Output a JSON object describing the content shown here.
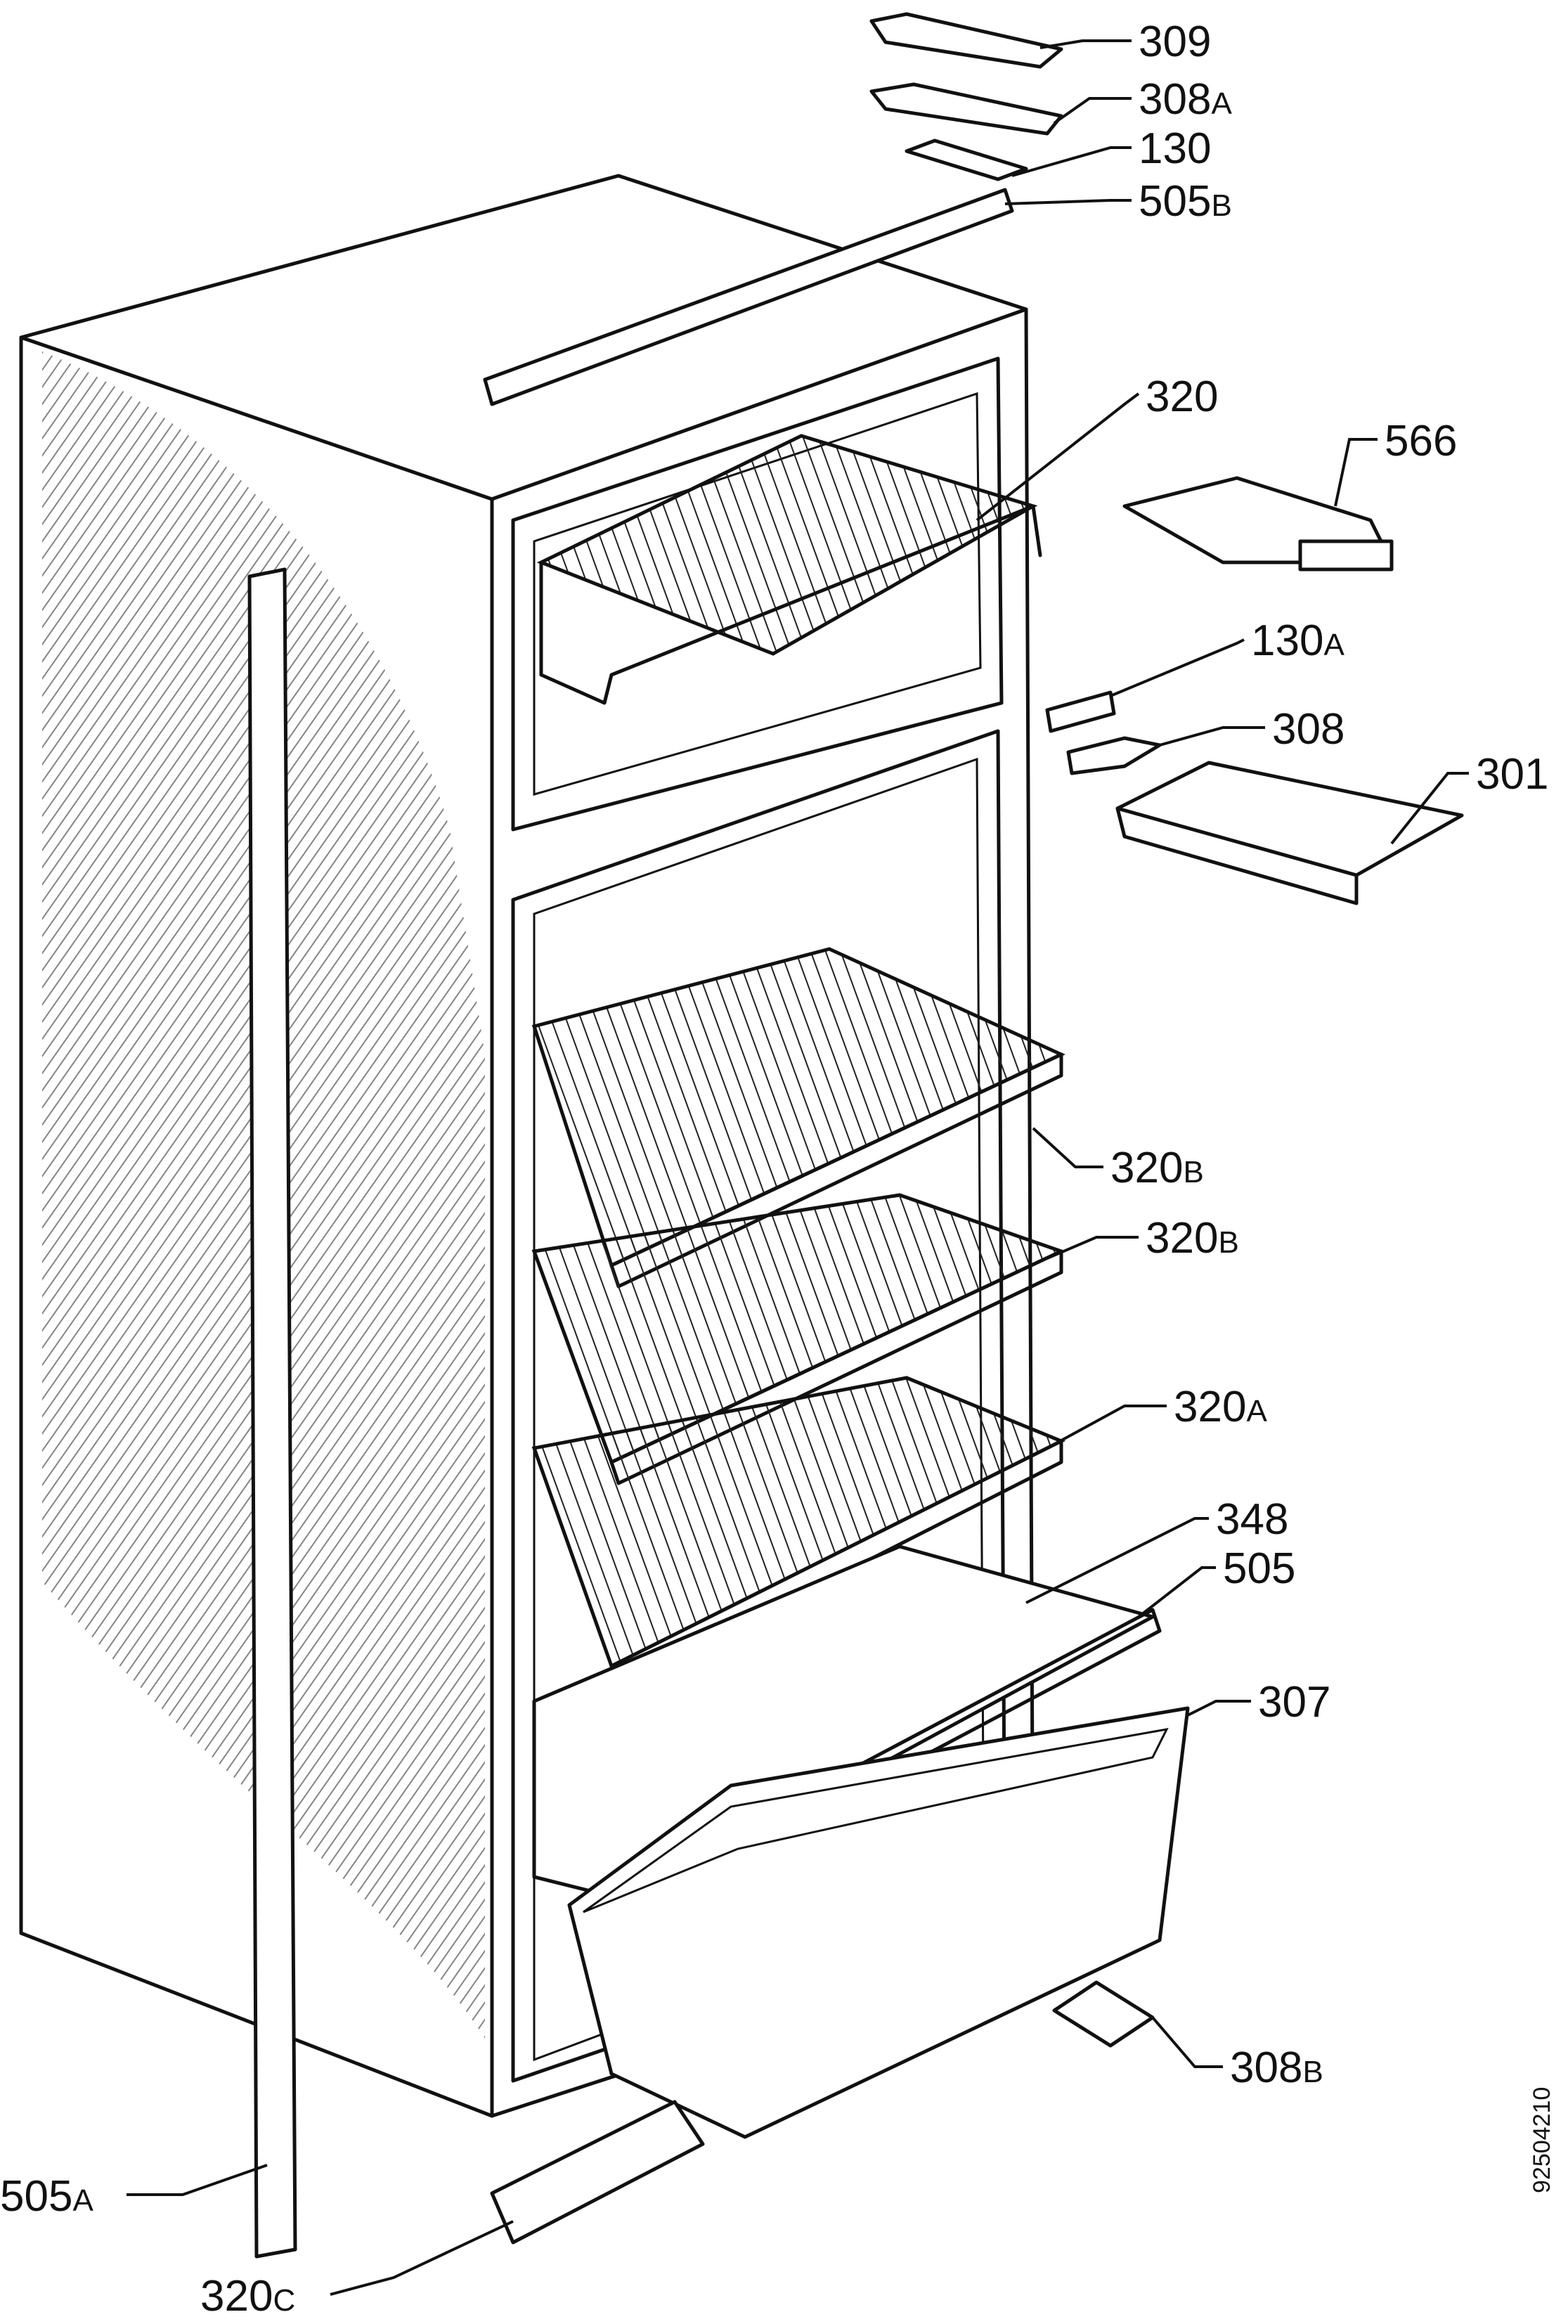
{
  "callouts": [
    {
      "id": "309",
      "num": "309",
      "sfx": ""
    },
    {
      "id": "308a",
      "num": "308",
      "sfx": "A"
    },
    {
      "id": "130",
      "num": "130",
      "sfx": ""
    },
    {
      "id": "505b",
      "num": "505",
      "sfx": "B"
    },
    {
      "id": "320",
      "num": "320",
      "sfx": ""
    },
    {
      "id": "566",
      "num": "566",
      "sfx": ""
    },
    {
      "id": "130a",
      "num": "130",
      "sfx": "A"
    },
    {
      "id": "308",
      "num": "308",
      "sfx": ""
    },
    {
      "id": "301",
      "num": "301",
      "sfx": ""
    },
    {
      "id": "320b1",
      "num": "320",
      "sfx": "B"
    },
    {
      "id": "320b2",
      "num": "320",
      "sfx": "B"
    },
    {
      "id": "320a",
      "num": "320",
      "sfx": "A"
    },
    {
      "id": "348",
      "num": "348",
      "sfx": ""
    },
    {
      "id": "505",
      "num": "505",
      "sfx": ""
    },
    {
      "id": "307",
      "num": "307",
      "sfx": ""
    },
    {
      "id": "308b",
      "num": "308",
      "sfx": "B"
    },
    {
      "id": "505a",
      "num": "505",
      "sfx": "A"
    },
    {
      "id": "320c",
      "num": "320",
      "sfx": "C"
    }
  ],
  "doc_number": "92504210"
}
